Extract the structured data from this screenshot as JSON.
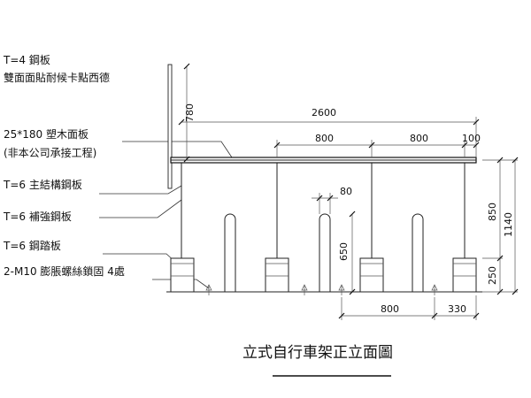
{
  "title": "立式自行車架正立面圖",
  "callouts": {
    "plate_t4": "T=4 鋼板",
    "plate_t4_note": "雙面面貼耐候卡點西德",
    "wood_panel": "25*180 塑木面板",
    "wood_panel_note": "(非本公司承接工程)",
    "main_steel": "T=6 主結構鋼板",
    "reinforce_steel": "T=6 補強鋼板",
    "step_steel": "T=6 鋼踏板",
    "anchor_bolt": "2-M10 膨脹螺絲鎖固 4處"
  },
  "dimensions": {
    "total_width": "2600",
    "spacing_a": "800",
    "spacing_b": "800",
    "spacing_c": "100",
    "panel_height": "780",
    "gap": "80",
    "loop_height": "650",
    "upper_height": "850",
    "total_height": "1140",
    "base_height": "250",
    "bottom_spacing": "800",
    "bottom_offset": "330"
  }
}
